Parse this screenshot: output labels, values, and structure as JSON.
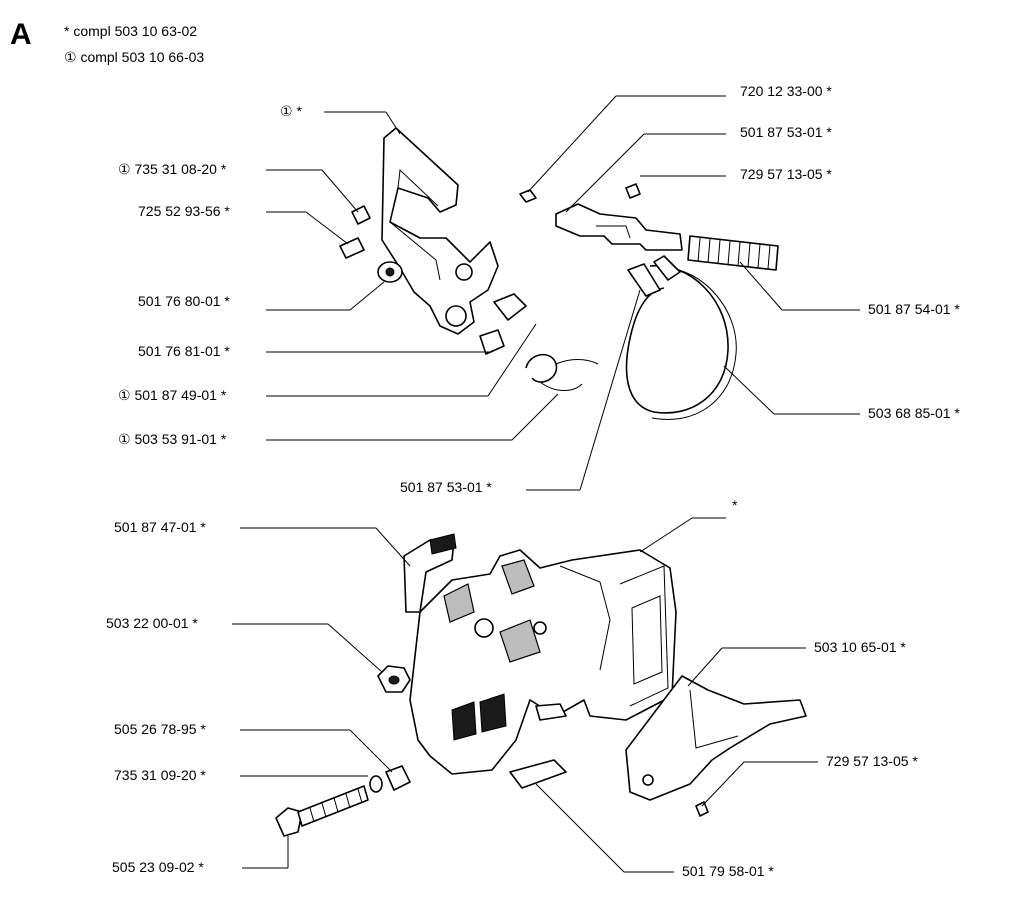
{
  "section_letter": "A",
  "legend": {
    "line1": "*  compl 503 10 63-02",
    "line2": "① compl 503 10 66-03"
  },
  "callouts": {
    "c01": "①  *",
    "c02": "① 735 31 08-20  *",
    "c03": "725 52 93-56  *",
    "c04": "501 76 80-01  *",
    "c05": "501 76 81-01  *",
    "c06": "① 501 87 49-01  *",
    "c07": "① 503 53 91-01  *",
    "c08": "720 12 33-00  *",
    "c09": "501 87 53-01  *",
    "c10": "729 57 13-05  *",
    "c11": "501 87 54-01  *",
    "c12": "503 68 85-01  *",
    "c13": "501 87 53-01  *",
    "c14": "*",
    "c15": "501 87 47-01  *",
    "c16": "503 22 00-01  *",
    "c17": "503 10 65-01  *",
    "c18": "505 26 78-95  *",
    "c19": "735 31 09-20  *",
    "c20": "729 57 13-05  *",
    "c21": "505 23 09-02  *",
    "c22": "501 79 58-01  *"
  }
}
